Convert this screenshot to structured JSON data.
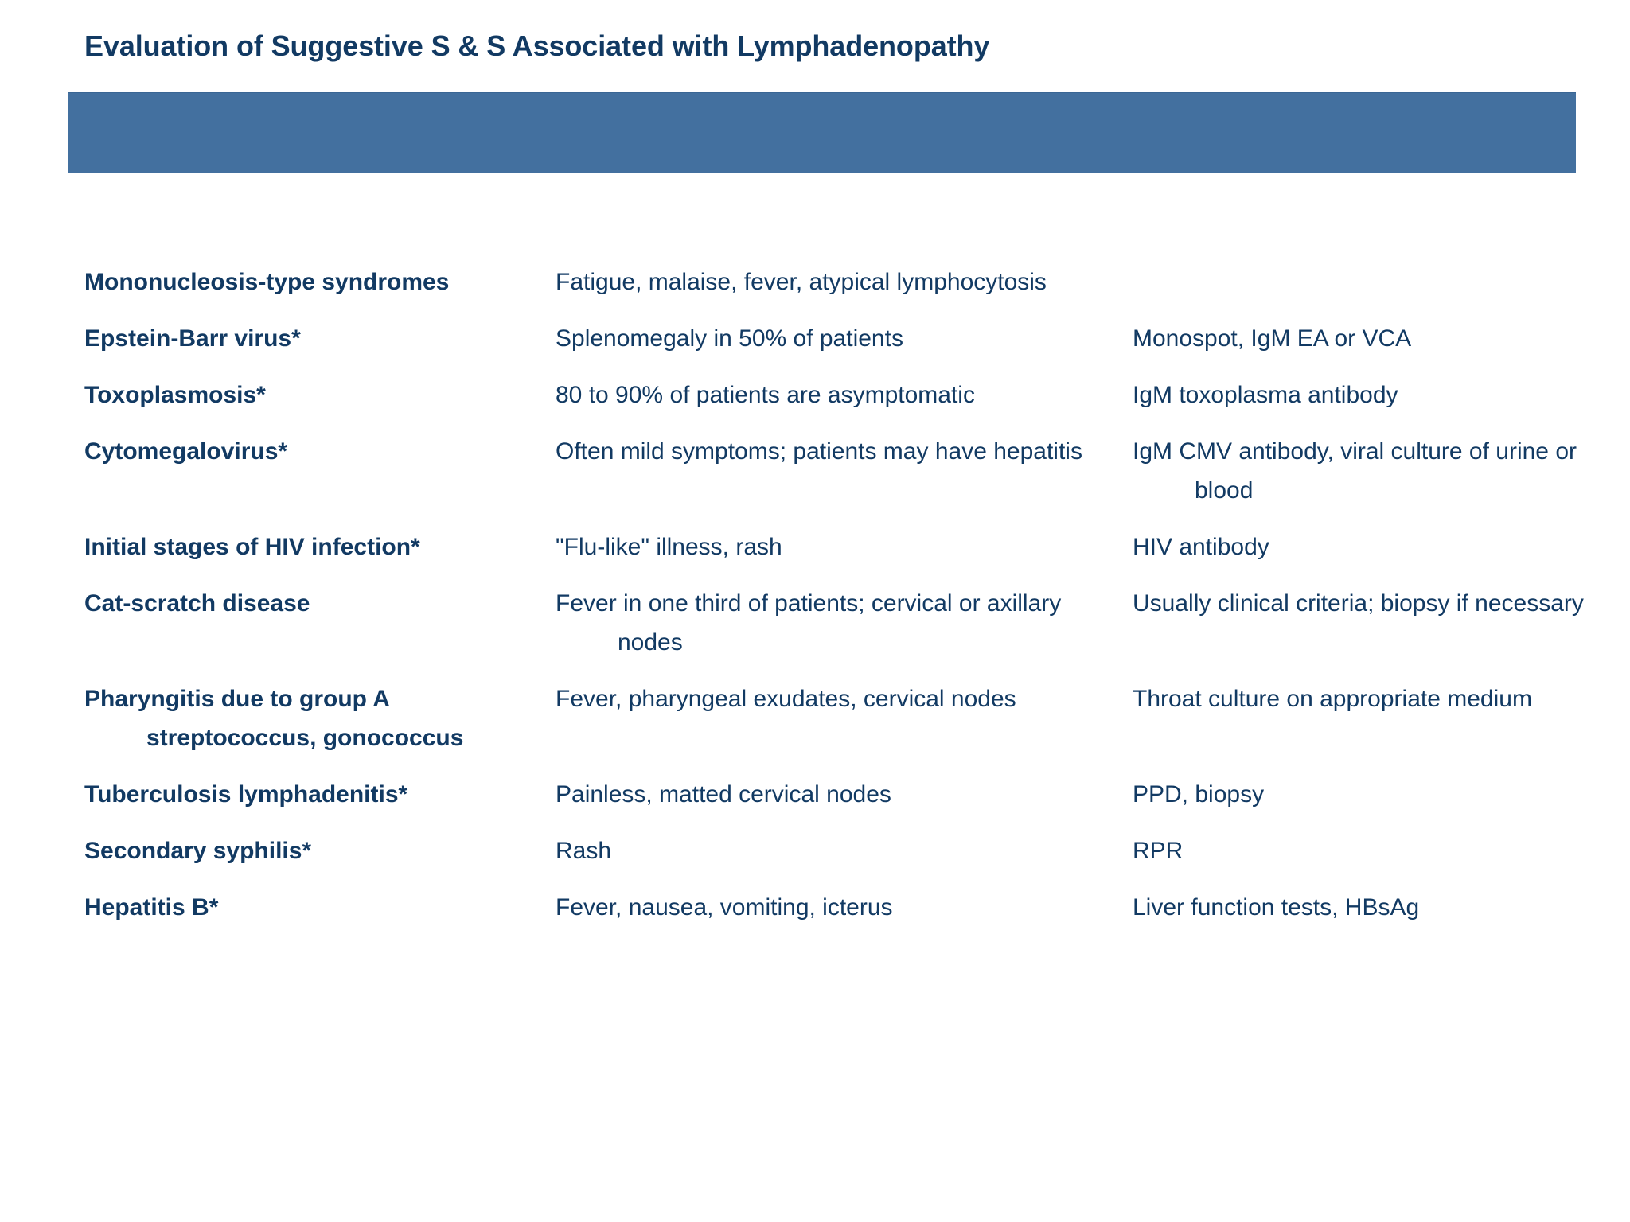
{
  "slide": {
    "title": "Evaluation of Suggestive S & S Associated with Lymphadenopathy",
    "accent_color": "#43709f",
    "text_color": "#123a63",
    "background_color": "#ffffff"
  },
  "table": {
    "columns": [
      {
        "key": "condition",
        "header": ""
      },
      {
        "key": "findings",
        "header": ""
      },
      {
        "key": "tests",
        "header": ""
      }
    ],
    "rows": [
      {
        "condition": "Mononucleosis-type syndromes",
        "findings": "Fatigue, malaise, fever, atypical lymphocytosis",
        "tests": ""
      },
      {
        "condition": "Epstein-Barr virus*",
        "findings": "Splenomegaly in 50% of patients",
        "tests": "Monospot, IgM EA or VCA"
      },
      {
        "condition": "Toxoplasmosis*",
        "findings": "80 to 90% of patients are asymptomatic",
        "tests": "IgM toxoplasma antibody"
      },
      {
        "condition": "Cytomegalovirus*",
        "findings": "Often mild symptoms; patients may have hepatitis",
        "tests": "IgM CMV antibody, viral culture of urine or blood"
      },
      {
        "condition": "Initial stages of HIV infection*",
        "findings": "\"Flu-like\" illness, rash",
        "tests": "HIV antibody"
      },
      {
        "condition": "Cat-scratch disease",
        "findings": "Fever in one third of patients; cervical or axillary nodes",
        "tests": "Usually clinical criteria; biopsy if necessary"
      },
      {
        "condition": "Pharyngitis due to group A streptococcus, gonococcus",
        "findings": "Fever, pharyngeal exudates, cervical nodes",
        "tests": "Throat culture on appropriate medium"
      },
      {
        "condition": "Tuberculosis lymphadenitis*",
        "findings": "Painless, matted cervical nodes",
        "tests": "PPD, biopsy"
      },
      {
        "condition": "Secondary syphilis*",
        "findings": "Rash",
        "tests": "RPR"
      },
      {
        "condition": "Hepatitis B*",
        "findings": "Fever, nausea, vomiting, icterus",
        "tests": "Liver function tests, HBsAg"
      }
    ]
  }
}
